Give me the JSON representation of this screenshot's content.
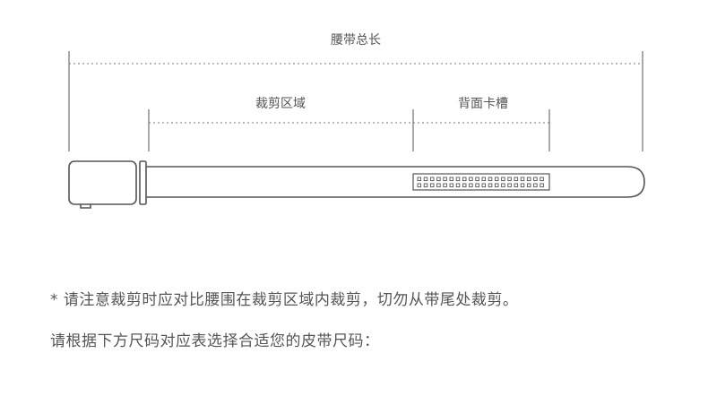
{
  "diagram": {
    "labels": {
      "total_length": "腰带总长",
      "cut_area": "裁剪区域",
      "back_slots": "背面卡槽"
    },
    "colors": {
      "stroke": "#555555",
      "dash": "#777777",
      "background": "#ffffff"
    }
  },
  "notes": {
    "warning": "* 请注意裁剪时应对比腰围在裁剪区域内裁剪，切勿从带尾处裁剪。",
    "instruction": "请根据下方尺码对应表选择合适您的皮带尺码："
  }
}
